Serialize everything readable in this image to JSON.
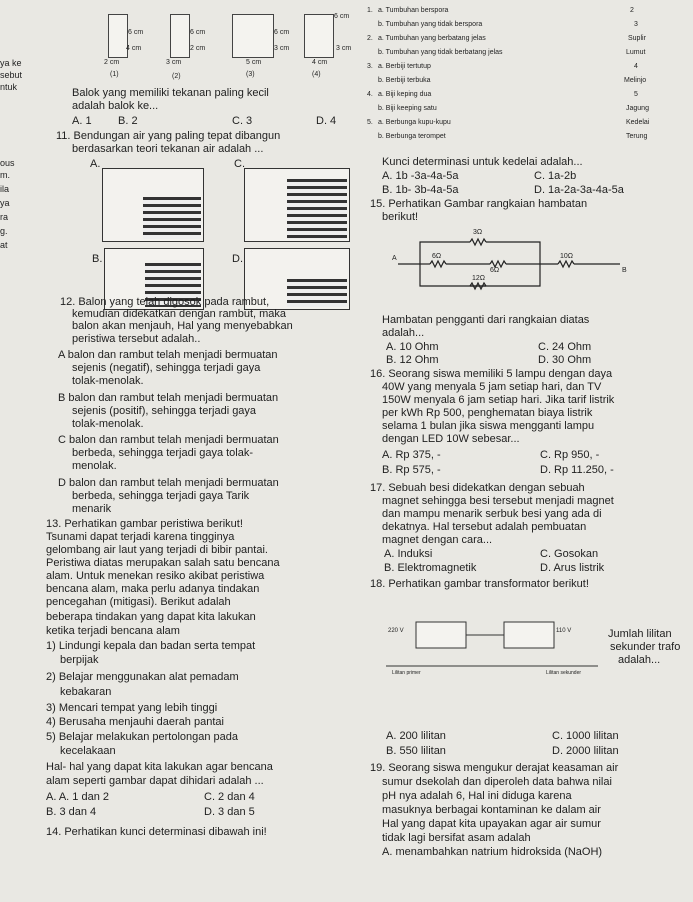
{
  "left_edge": [
    "ya ke",
    "sebut",
    "ntuk",
    "ous",
    "m.",
    "ila",
    "ya",
    "ra",
    "g.",
    "at"
  ],
  "cubes": {
    "labels": [
      "(1)",
      "(2)",
      "(3)",
      "(4)"
    ],
    "dims": [
      "6 cm",
      "4 cm",
      "2 cm",
      "6 cm",
      "2 cm",
      "3 cm",
      "6 cm",
      "3 cm",
      "5 cm",
      "6 cm",
      "4 cm",
      "3 cm"
    ]
  },
  "q10": {
    "text_line1": "Balok yang memiliki tekanan paling kecil",
    "text_line2": "adalah balok ke...",
    "options": [
      "A. 1",
      "B. 2",
      "C. 3",
      "D. 4"
    ]
  },
  "q11": {
    "text_line1": "11. Bendungan air yang paling tepat dibangun",
    "text_line2": "berdasarkan teori tekanan air adalah ...",
    "labels": [
      "A.",
      "C.",
      "B.",
      "D."
    ]
  },
  "q12": {
    "lines": [
      "12. Balon yang telah digosok pada rambut,",
      "kemudian didekatkan dengan rambut, maka",
      "balon akan menjauh, Hal yang menyebabkan",
      "peristiwa tersebut adalah.."
    ],
    "options": [
      [
        "A  balon dan rambut telah menjadi bermuatan",
        "sejenis (negatif), sehingga terjadi gaya",
        "tolak-menolak."
      ],
      [
        "B  balon dan rambut telah menjadi bermuatan",
        "sejenis (positif), sehingga terjadi gaya",
        "tolak-menolak."
      ],
      [
        "C  balon dan rambut telah menjadi bermuatan",
        "berbeda, sehingga terjadi gaya tolak-",
        "menolak."
      ],
      [
        "D  balon dan rambut telah menjadi bermuatan",
        "berbeda, sehingga terjadi gaya Tarik",
        "menarik"
      ]
    ]
  },
  "q13": {
    "lines": [
      "13. Perhatikan gambar peristiwa berikut!",
      "Tsunami  dapat  terjadi  karena  tingginya",
      "gelombang air laut yang terjadi di bibir pantai.",
      "Peristiwa diatas merupakan salah satu bencana",
      "alam. Untuk menekan resiko akibat peristiwa",
      "bencana alam, maka perlu adanya tindakan",
      "pencegahan   (mitigasi).   Berikut   adalah",
      "beberapa tindakan yang dapat kita lakukan",
      "ketika terjadi bencana alam"
    ],
    "items": [
      "1) Lindungi kepala dan badan serta tempat",
      "berpijak",
      "2) Belajar  menggunakan  alat  pemadam",
      "kebakaran",
      "3) Mencari tempat yang lebih tinggi",
      "4) Berusaha menjauhi daerah pantai",
      "5) Belajar  melakukan  pertolongan  pada",
      "kecelakaan",
      "Hal- hal yang dapat kita lakukan agar bencana",
      "alam seperti gambar dapat dihidari adalah ..."
    ],
    "options": [
      "A. A. 1 dan 2",
      "C. 2 dan 4",
      "B. 3 dan 4",
      "D. 3 dan 5"
    ]
  },
  "q14": {
    "text": "14. Perhatikan kunci determinasi dibawah ini!"
  },
  "key": {
    "rows": [
      [
        "1.",
        "a. Tumbuhan berspora",
        ""
      ],
      [
        "",
        "b. Tumbuhan yang tidak berspora",
        "3"
      ],
      [
        "2.",
        "a. Tumbuhan yang berbatang jelas",
        "Suplir"
      ],
      [
        "",
        "b. Tumbuhan yang tidak berbatang jelas",
        "Lumut"
      ],
      [
        "3.",
        "a. Berbiji tertutup",
        "4"
      ],
      [
        "",
        "b. Berbiji terbuka",
        "Melinjo"
      ],
      [
        "4.",
        "a. Biji keping dua",
        "5"
      ],
      [
        "",
        "b. Biji keeping satu",
        "Jagung"
      ],
      [
        "5.",
        "a. Berbunga kupu-kupu",
        "Kedelai"
      ],
      [
        "",
        "b. Berbunga terompet",
        "Terung"
      ]
    ],
    "top_right": "2",
    "question": "Kunci determinasi untuk kedelai adalah...",
    "options": [
      "A. 1b -3a-4a-5a",
      "C. 1a-2b",
      "B. 1b- 3b-4a-5a",
      "D. 1a-2a-3a-4a-5a"
    ]
  },
  "q15": {
    "lines": [
      "15. Perhatikan Gambar rangkaian hambatan",
      "berikut!"
    ],
    "circuit_labels": [
      "3Ω",
      "A",
      "6Ω",
      "6Ω",
      "10Ω",
      "B",
      "12Ω"
    ],
    "text_lines": [
      "Hambatan pengganti dari rangkaian diatas",
      "adalah..."
    ],
    "options": [
      "A. 10 Ohm",
      "C. 24 Ohm",
      "B. 12 Ohm",
      "D. 30 Ohm"
    ]
  },
  "q16": {
    "lines": [
      "16. Seorang siswa memiliki 5 lampu dengan daya",
      "40W yang menyala 5 jam setiap hari, dan TV",
      "150W menyala 6 jam setiap hari. Jika tarif listrik",
      "per kWh Rp 500, penghematan biaya listrik",
      "selama 1 bulan jika siswa mengganti lampu",
      "dengan LED 10W sebesar..."
    ],
    "options": [
      "A. Rp 375, -",
      "C. Rp 950, -",
      "B. Rp 575, -",
      "D. Rp 11.250, -"
    ]
  },
  "q17": {
    "lines": [
      "17. Sebuah  besi  didekatkan  dengan  sebuah",
      "magnet sehingga besi tersebut menjadi magnet",
      "dan mampu menarik serbuk besi yang ada di",
      "dekatnya.  Hal  tersebut  adalah  pembuatan",
      "magnet dengan cara..."
    ],
    "options": [
      "A. Induksi",
      "C. Gosokan",
      "B. Elektromagnetik",
      "D. Arus listrik"
    ]
  },
  "q18": {
    "text": "18. Perhatikan gambar transformator berikut!",
    "trafo_labels": [
      "220 V",
      "110 V",
      "Lilitan primer",
      "Lilitan sekunder"
    ],
    "side_text": [
      "Jumlah  lilitan",
      "sekunder trafo",
      "adalah..."
    ],
    "options": [
      "A. 200 lilitan",
      "C. 1000 lilitan",
      "B. 550 lilitan",
      "D. 2000 lilitan"
    ]
  },
  "q19": {
    "lines": [
      "19. Seorang siswa mengukur derajat keasaman air",
      "sumur dsekolah dan diperoleh data bahwa nilai",
      "pH  nya  adalah  6,  Hal  ini  diduga  karena",
      "masuknya berbagai kontaminan ke dalam air",
      "Hal yang dapat kita upayakan agar air sumur",
      "tidak lagi bersifat asam adalah",
      "A. menambahkan natrium hidroksida (NaOH)"
    ]
  }
}
